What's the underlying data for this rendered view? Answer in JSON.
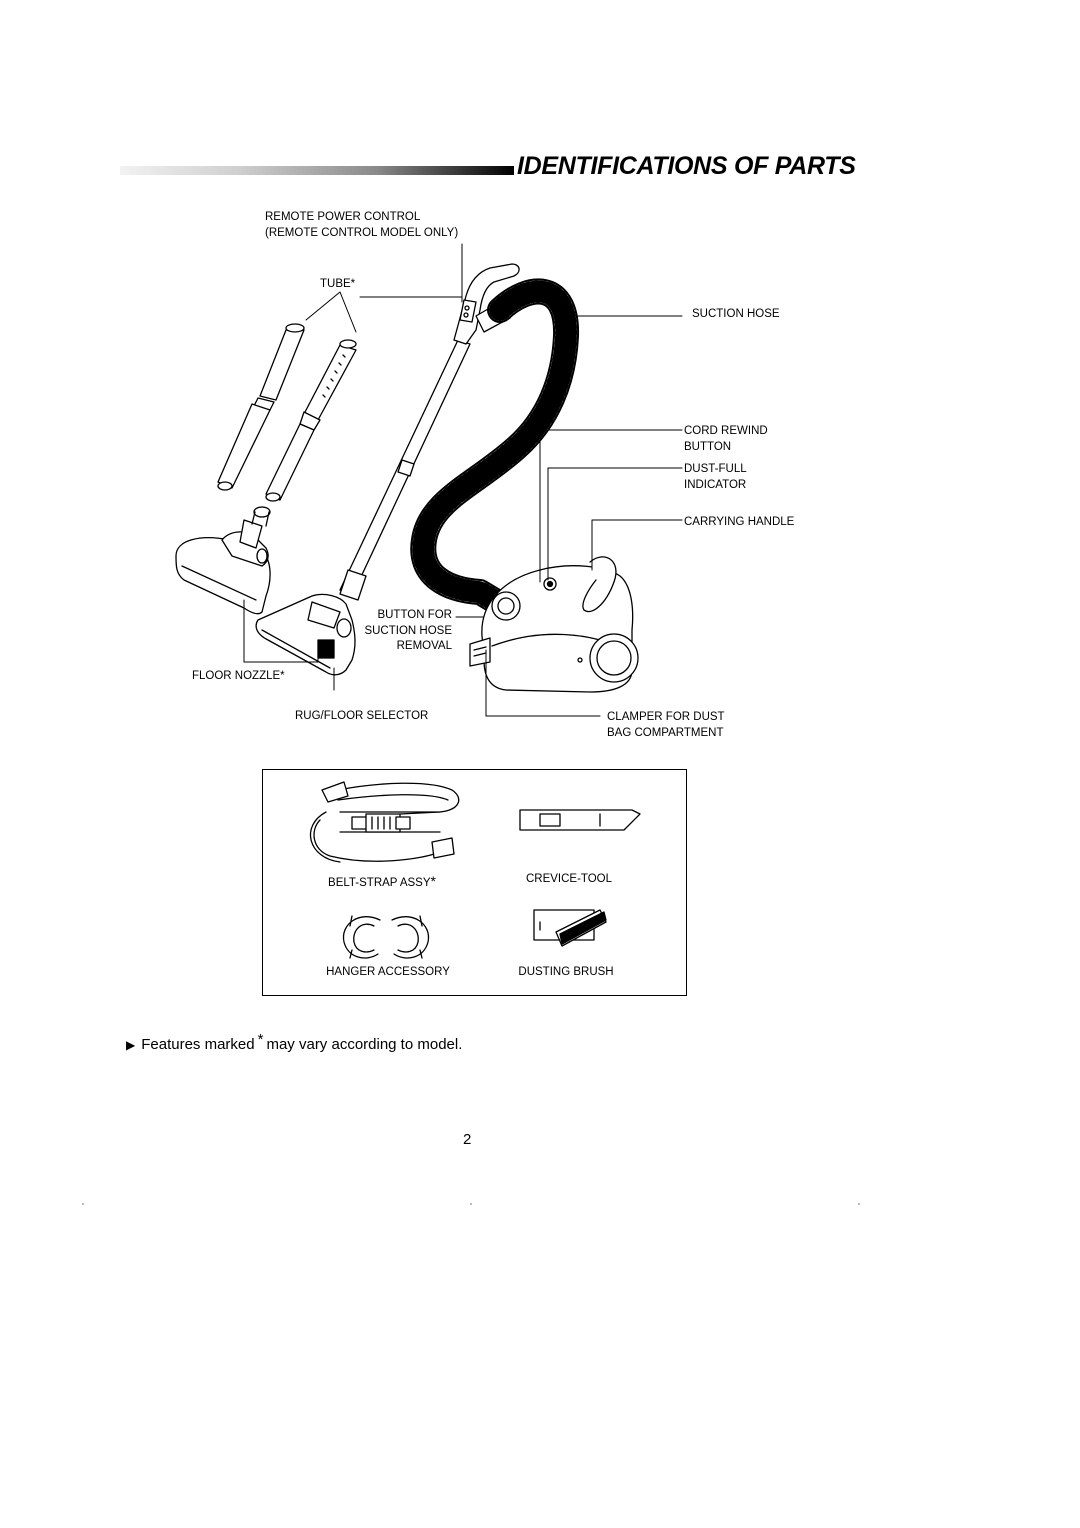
{
  "header": {
    "title": "IDENTIFICATIONS OF PARTS"
  },
  "labels": {
    "remote_power_control": [
      "REMOTE POWER CONTROL",
      "(REMOTE CONTROL MODEL ONLY)"
    ],
    "tube": "TUBE*",
    "suction_hose": "SUCTION HOSE",
    "cord_rewind_button": [
      "CORD REWIND",
      "BUTTON"
    ],
    "dust_full_indicator": [
      "DUST-FULL",
      "INDICATOR"
    ],
    "carrying_handle": "CARRYING HANDLE",
    "button_for_suction_hose_removal": [
      "BUTTON FOR",
      "SUCTION HOSE",
      "REMOVAL"
    ],
    "floor_nozzle": "FLOOR NOZZLE*",
    "rug_floor_selector": "RUG/FLOOR SELECTOR",
    "clamper_for_dust_bag": [
      "CLAMPER FOR DUST",
      "BAG COMPARTMENT"
    ]
  },
  "accessories": {
    "belt_strap": "BELT-STRAP ASSY",
    "belt_strap_mark": "*",
    "crevice_tool": "CREVICE-TOOL",
    "hanger_accessory": "HANGER ACCESSORY",
    "dusting_brush": "DUSTING BRUSH"
  },
  "note": {
    "prefix": "Features marked",
    "mark": "*",
    "suffix": "may vary according to model."
  },
  "page_number": "2"
}
